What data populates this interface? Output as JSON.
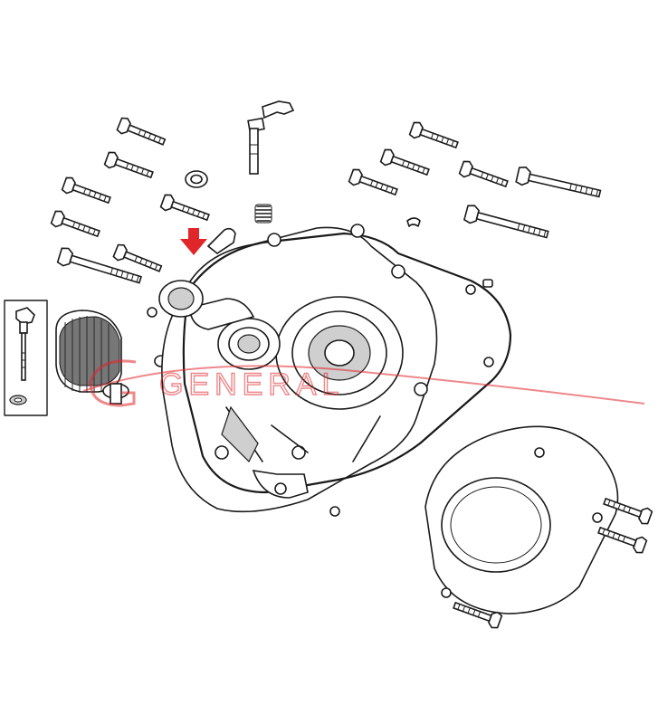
{
  "watermark": {
    "text": "GENERAL",
    "color": "#e0262b"
  },
  "arrow": {
    "color": "#e0262b",
    "label": "highlighted-part-indicator"
  },
  "inset": {
    "items": [
      "oil-dipstick",
      "o-ring"
    ]
  }
}
